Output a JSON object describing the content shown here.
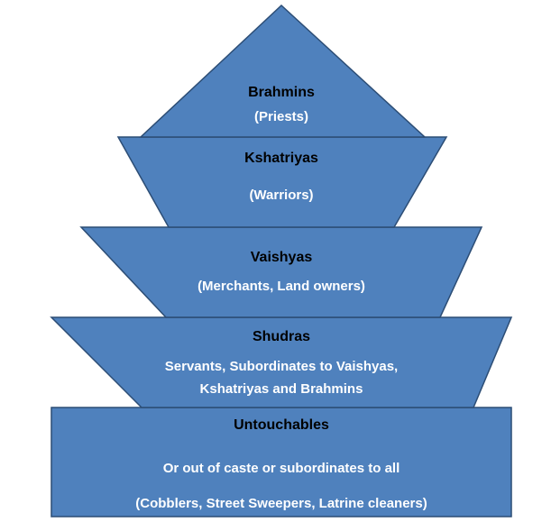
{
  "caste_pyramid": {
    "levels": [
      {
        "title": "Brahmins",
        "lines": [
          "(Priests)"
        ]
      },
      {
        "title": "Kshatriyas",
        "lines": [
          "(Warriors)"
        ]
      },
      {
        "title": "Vaishyas",
        "lines": [
          "(Merchants, Land owners)"
        ]
      },
      {
        "title": "Shudras",
        "lines": [
          "Servants, Subordinates to Vaishyas,",
          "Kshatriyas and Brahmins"
        ]
      },
      {
        "title": "Untouchables",
        "lines": [
          "Or out of caste or subordinates to all",
          "(Cobblers, Street Sweepers, Latrine cleaners)"
        ]
      }
    ],
    "colors": {
      "fill": "#4f81bd",
      "stroke": "#2c4d75",
      "text_dark": "#000000",
      "text_light": "#ffffff"
    }
  }
}
